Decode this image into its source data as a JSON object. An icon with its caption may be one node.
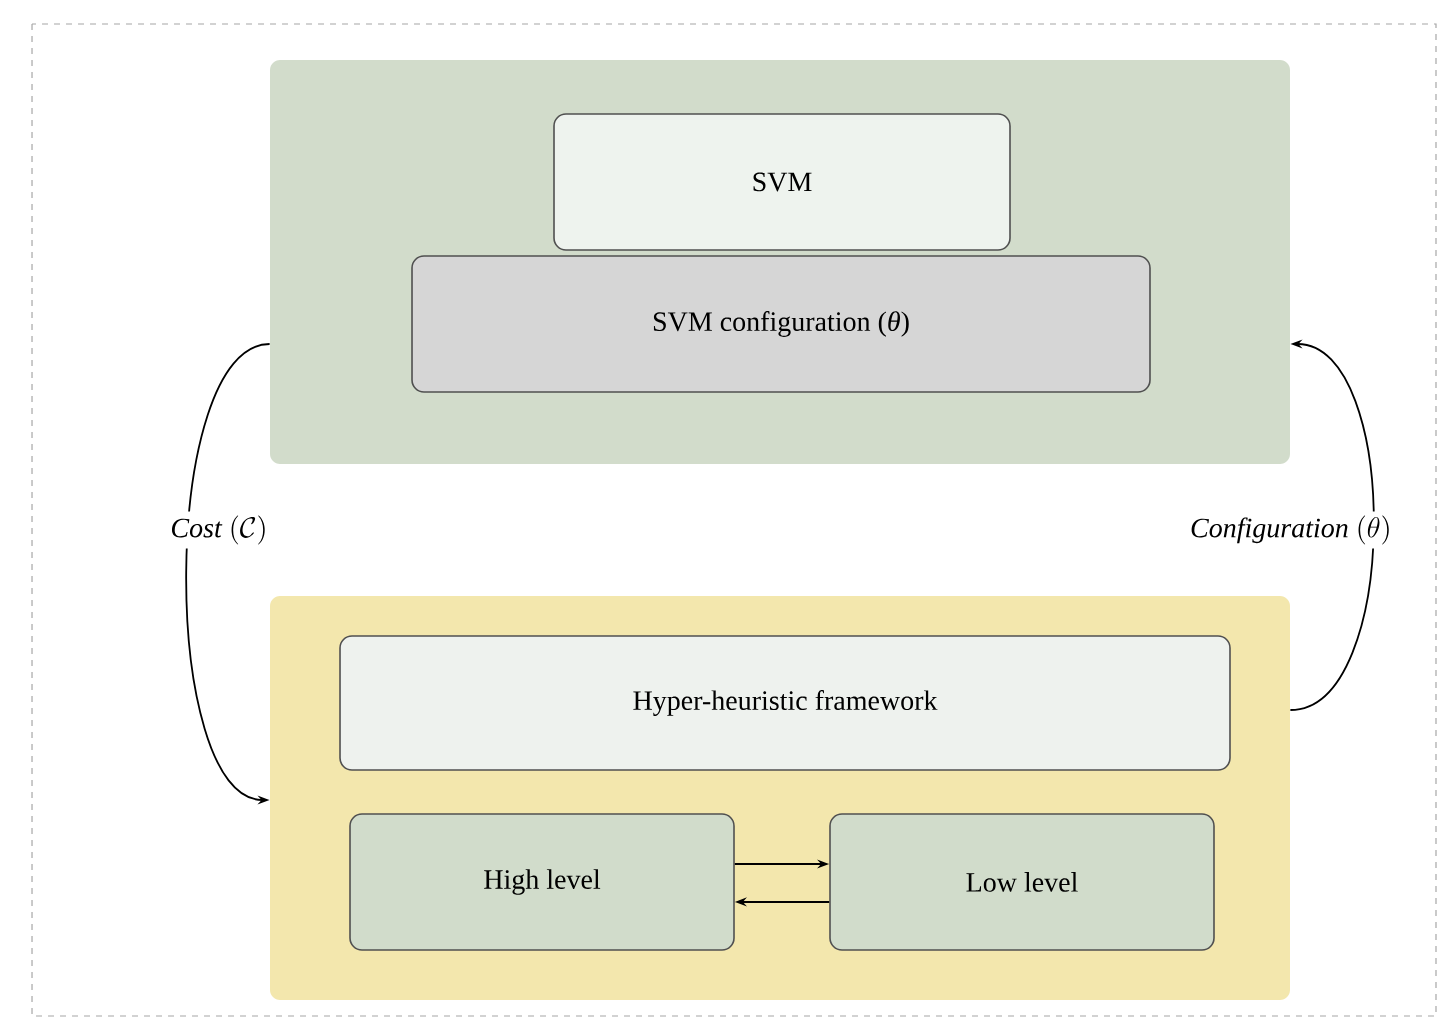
{
  "diagram": {
    "nodes": [
      {
        "text": [],
        "shape": "box"
      },
      {
        "text": [
          "SVM"
        ],
        "in": 0
      },
      {
        "text": [
          "SVM configuration (*θ*)"
        ],
        "in": 0
      },
      {
        "text": [],
        "shape": "box"
      },
      {
        "text": [
          "Hyper-heuristic framework"
        ],
        "in": 3
      },
      {
        "text": [
          "High level"
        ],
        "in": 3
      },
      {
        "text": [
          "Low level"
        ],
        "in": 3
      }
    ],
    "edges": [
      {
        "from": 0,
        "to": 3,
        "arrow": "to",
        "label": "\\textit{Cost}\\ (\\mathcal{C})"
      },
      {
        "from": 3,
        "to": 0,
        "arrow": "to",
        "label": "\\textit{Configuration}\\ (\\theta)"
      },
      {
        "from": 5,
        "to": 6,
        "arrow": "to"
      },
      {
        "from": 6,
        "to": 5,
        "arrow": "to"
      }
    ]
  }
}
